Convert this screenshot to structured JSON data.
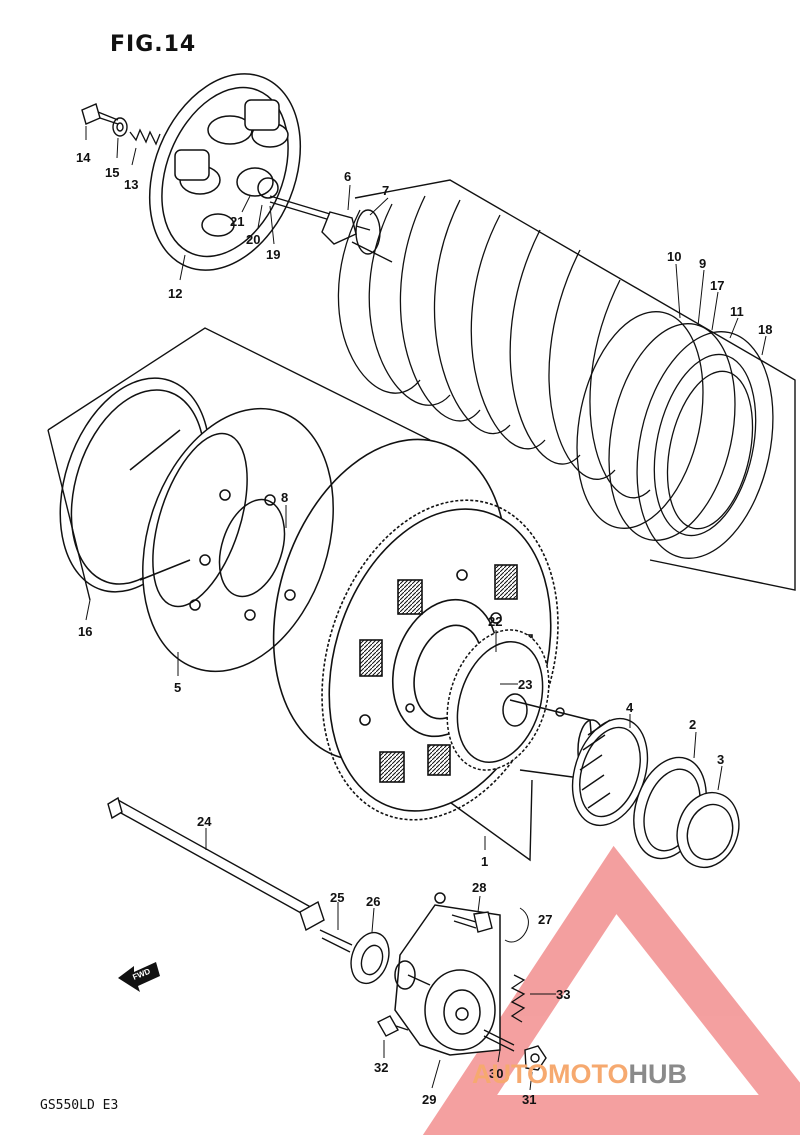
{
  "figure": {
    "title": "FIG.14",
    "model_code": "GS550LD E3"
  },
  "fwd_arrow": {
    "label": "FWD"
  },
  "watermark": {
    "part1": "AUTOMOTO",
    "part2": "HUB",
    "color_primary": "#f08080",
    "color_text": "#f6a96f",
    "color_text2": "#8a8a8a"
  },
  "callouts": [
    {
      "id": "c14",
      "label": "14"
    },
    {
      "id": "c15",
      "label": "15"
    },
    {
      "id": "c13",
      "label": "13"
    },
    {
      "id": "c12",
      "label": "12"
    },
    {
      "id": "c21",
      "label": "21"
    },
    {
      "id": "c20",
      "label": "20"
    },
    {
      "id": "c19",
      "label": "19"
    },
    {
      "id": "c6",
      "label": "6"
    },
    {
      "id": "c7",
      "label": "7"
    },
    {
      "id": "c10",
      "label": "10"
    },
    {
      "id": "c9",
      "label": "9"
    },
    {
      "id": "c17",
      "label": "17"
    },
    {
      "id": "c11",
      "label": "11"
    },
    {
      "id": "c18",
      "label": "18"
    },
    {
      "id": "c8",
      "label": "8"
    },
    {
      "id": "c16",
      "label": "16"
    },
    {
      "id": "c5",
      "label": "5"
    },
    {
      "id": "c22",
      "label": "22"
    },
    {
      "id": "c23",
      "label": "23"
    },
    {
      "id": "c4",
      "label": "4"
    },
    {
      "id": "c2",
      "label": "2"
    },
    {
      "id": "c3",
      "label": "3"
    },
    {
      "id": "c1",
      "label": "1"
    },
    {
      "id": "c24",
      "label": "24"
    },
    {
      "id": "c28",
      "label": "28"
    },
    {
      "id": "c27",
      "label": "27"
    },
    {
      "id": "c25",
      "label": "25"
    },
    {
      "id": "c26",
      "label": "26"
    },
    {
      "id": "c33",
      "label": "33"
    },
    {
      "id": "c32",
      "label": "32"
    },
    {
      "id": "c30",
      "label": "30"
    },
    {
      "id": "c31",
      "label": "31"
    },
    {
      "id": "c29",
      "label": "29"
    }
  ]
}
